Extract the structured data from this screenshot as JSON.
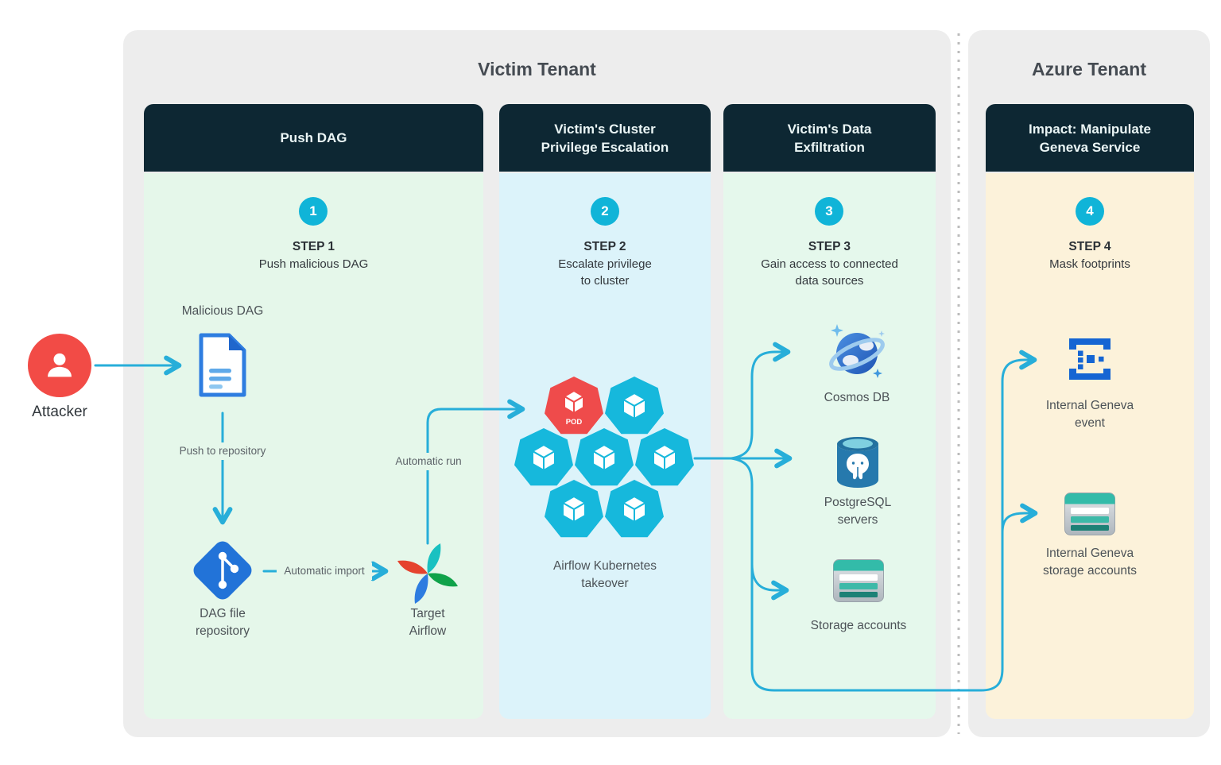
{
  "victim": {
    "title": "Victim Tenant"
  },
  "azure": {
    "title": "Azure Tenant"
  },
  "attacker": {
    "label": "Attacker"
  },
  "col1": {
    "header": "Push DAG",
    "badge": "1",
    "step_title": "STEP 1",
    "step_desc": "Push malicious DAG",
    "doc_label": "Malicious DAG",
    "edge_push": "Push to repository",
    "repo_line1": "DAG file",
    "repo_line2": "repository",
    "edge_import": "Automatic import",
    "airflow_line1": "Target",
    "airflow_line2": "Airflow",
    "edge_run": "Automatic run"
  },
  "col2": {
    "header_line1": "Victim's Cluster",
    "header_line2": "Privilege Escalation",
    "badge": "2",
    "step_title": "STEP 2",
    "step_desc_line1": "Escalate privilege",
    "step_desc_line2": "to cluster",
    "pod_label": "POD",
    "cluster_line1": "Airflow Kubernetes",
    "cluster_line2": "takeover"
  },
  "col3": {
    "header_line1": "Victim's Data",
    "header_line2": "Exfiltration",
    "badge": "3",
    "step_title": "STEP 3",
    "step_desc_line1": "Gain access to connected",
    "step_desc_line2": "data sources",
    "cosmos_label": "Cosmos DB",
    "postgres_line1": "PostgreSQL",
    "postgres_line2": "servers",
    "storage_label": "Storage accounts"
  },
  "col4": {
    "header_line1": "Impact: Manipulate",
    "header_line2": "Geneva Service",
    "badge": "4",
    "step_title": "STEP 4",
    "step_desc": "Mask footprints",
    "event_line1": "Internal Geneva",
    "event_line2": "event",
    "storage_line1": "Internal Geneva",
    "storage_line2": "storage accounts"
  },
  "colors": {
    "arrow": "#27aed9",
    "badge": "#10b4d8",
    "header_bg": "#0d2733",
    "tenant_bg": "#ededed",
    "col1_bg": "#e5f7ea",
    "col2_bg": "#dcf3fa",
    "col3_bg": "#e5f8ec",
    "col4_bg": "#fcf2da",
    "divider": "#bcbcbc",
    "attacker_red": "#f24b46",
    "pod_red": "#ef4b4b",
    "k8s_blue": "#16b8dc",
    "git_blue": "#2273d8",
    "doc_blue": "#2e7de0",
    "geneva_blue": "#1565d3",
    "airflow_red": "#e5432e",
    "airflow_teal": "#19c1c1",
    "airflow_green": "#10a24a",
    "airflow_blue": "#2d7ce0",
    "storage_teal": "#33bba9",
    "postgres_blue": "#2679ad"
  }
}
